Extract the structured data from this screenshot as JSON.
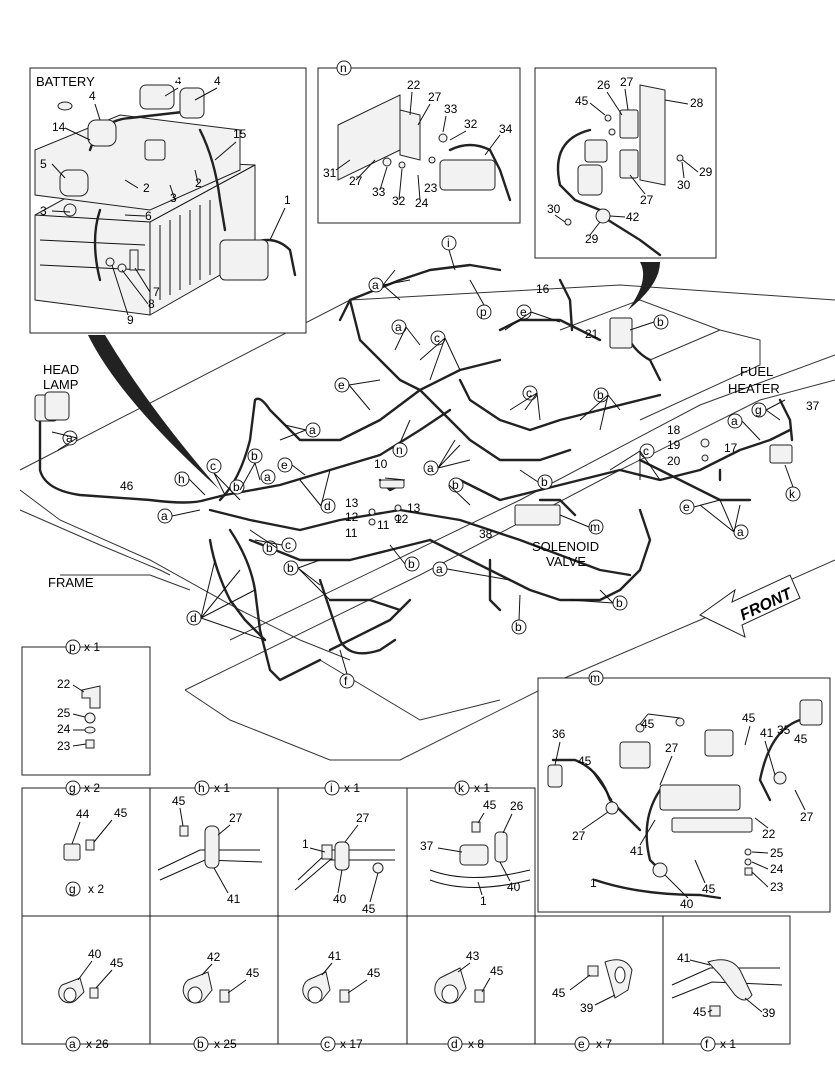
{
  "main": {
    "labels": {
      "battery": "BATTERY",
      "head_lamp_1": "HEAD",
      "head_lamp_2": "LAMP",
      "fuel_heater_1": "FUEL",
      "fuel_heater_2": "HEATER",
      "frame": "FRAME",
      "solenoid_1": "SOLENOID",
      "solenoid_2": "VALVE",
      "front": "FRONT"
    },
    "callouts": [
      "a",
      "a",
      "a",
      "a",
      "a",
      "a",
      "a",
      "a",
      "a",
      "a",
      "a",
      "b",
      "b",
      "b",
      "b",
      "b",
      "b",
      "b",
      "b",
      "b",
      "b",
      "b",
      "c",
      "c",
      "c",
      "c",
      "c",
      "c",
      "d",
      "d",
      "d",
      "e",
      "e",
      "e",
      "e",
      "e",
      "f",
      "g",
      "h",
      "i",
      "k",
      "m",
      "n",
      "p"
    ]
  },
  "battery_inset": {
    "letters": [
      "4",
      "5",
      "4",
      "14",
      "15",
      "5",
      "2",
      "3",
      "2",
      "3",
      "6",
      "1",
      "7",
      "8",
      "9"
    ]
  },
  "n_inset": {
    "title": "n",
    "letters": [
      "22",
      "27",
      "33",
      "32",
      "34",
      "31",
      "27",
      "33",
      "32",
      "24",
      "23"
    ]
  },
  "fuel_inset": {
    "letters": [
      "26",
      "27",
      "45",
      "28",
      "29",
      "30",
      "27",
      "30",
      "42",
      "29"
    ]
  },
  "small_numbers": [
    "16",
    "21",
    "18",
    "19",
    "20",
    "17",
    "37",
    "10",
    "13",
    "12",
    "11",
    "11",
    "12",
    "13",
    "38",
    "46"
  ],
  "kits": {
    "p": {
      "letter": "p",
      "qty": "x 1",
      "nums": [
        "22",
        "25",
        "24",
        "23"
      ]
    },
    "g": {
      "letter": "g",
      "qty": "x 2",
      "nums": [
        "44",
        "45"
      ],
      "footer": "x 2"
    },
    "h": {
      "letter": "h",
      "qty": "x 1",
      "nums": [
        "45",
        "27",
        "41"
      ]
    },
    "i": {
      "letter": "i",
      "qty": "x 1",
      "nums": [
        "1",
        "27",
        "40",
        "45"
      ]
    },
    "k": {
      "letter": "k",
      "qty": "x 1",
      "nums": [
        "45",
        "26",
        "37",
        "40",
        "1"
      ]
    },
    "m": {
      "letter": "m",
      "nums": [
        "45",
        "35",
        "36",
        "45",
        "27",
        "41",
        "45",
        "27",
        "27",
        "22",
        "25",
        "24",
        "23",
        "41",
        "45",
        "1",
        "40"
      ]
    }
  },
  "clamps": [
    {
      "letter": "a",
      "qty": "x 26",
      "num1": "40",
      "num2": "45"
    },
    {
      "letter": "b",
      "qty": "x 25",
      "num1": "42",
      "num2": "45"
    },
    {
      "letter": "c",
      "qty": "x 17",
      "num1": "41",
      "num2": "45"
    },
    {
      "letter": "d",
      "qty": "x 8",
      "num1": "43",
      "num2": "45"
    },
    {
      "letter": "e",
      "qty": "x 7",
      "num1": "45",
      "num2": "39"
    },
    {
      "letter": "f",
      "qty": "x 1",
      "num1": "41",
      "num2": "45",
      "num3": "39"
    }
  ]
}
